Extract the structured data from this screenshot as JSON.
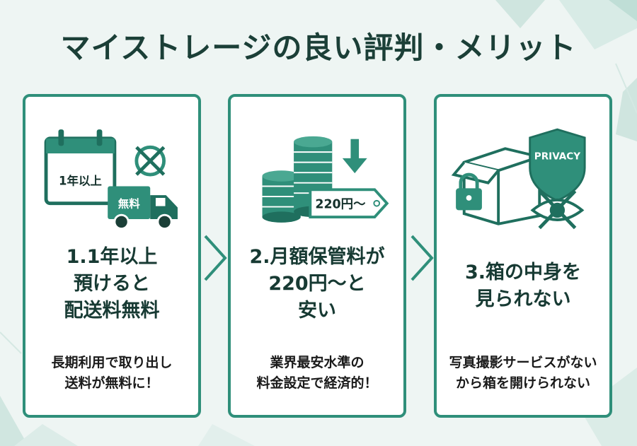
{
  "title": "マイストレージの良い評判・メリット",
  "colors": {
    "primary": "#2f8f7a",
    "dark": "#1b3f37",
    "background": "#eef5f3"
  },
  "cards": [
    {
      "heading": "1.1年以上\n預けると\n配送料無料",
      "description": "長期利用で取り出し\n送料が無料に！",
      "icon_labels": {
        "calendar": "1年以上",
        "truck": "無料"
      },
      "icons": [
        "calendar-icon",
        "delivery-truck-icon",
        "crossed-circle-icon"
      ]
    },
    {
      "heading": "2.月額保管料が\n220円〜と\n安い",
      "description": "業界最安水準の\n料金設定で経済的！",
      "icon_labels": {
        "price_tag": "220円〜"
      },
      "icons": [
        "coin-stack-icon",
        "down-arrow-icon",
        "price-tag-icon"
      ]
    },
    {
      "heading": "3.箱の中身を\n見られない",
      "description": "写真撮影サービスがない\nから箱を開けられない",
      "icon_labels": {
        "shield": "PRIVACY"
      },
      "icons": [
        "storage-box-icon",
        "padlock-icon",
        "privacy-shield-icon",
        "crossed-eye-icon"
      ]
    }
  ]
}
